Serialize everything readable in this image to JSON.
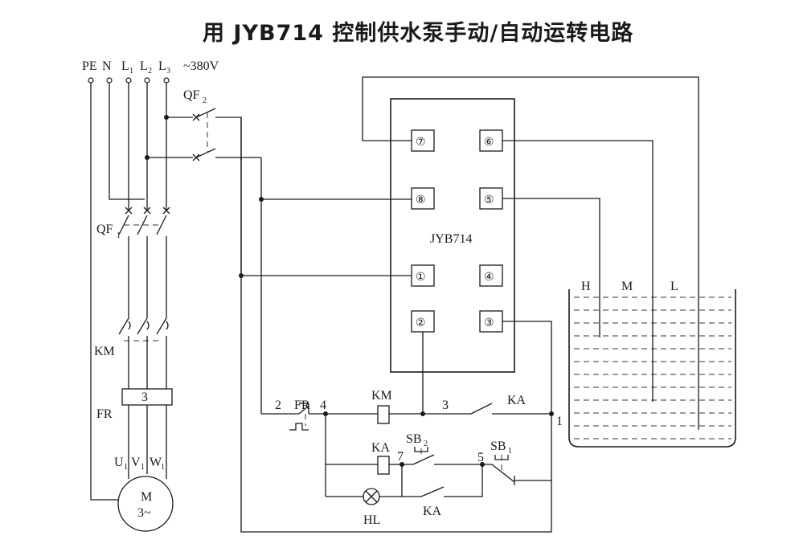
{
  "title": "用 JYB714 控制供水泵手动/自动运转电路",
  "supply": {
    "pe": "PE",
    "n": "N",
    "l1": "L",
    "l1_sub": "1",
    "l2": "L",
    "l2_sub": "2",
    "l3": "L",
    "l3_sub": "3",
    "voltage": "~380V"
  },
  "power_circuit": {
    "qf1": "QF",
    "qf1_sub": "1",
    "qf2": "QF",
    "qf2_sub": "2",
    "km": "KM",
    "fr": "FR",
    "fr_mark": "3",
    "u": "U",
    "u_sub": "1",
    "v": "V",
    "v_sub": "1",
    "w": "W",
    "w_sub": "1",
    "motor": "M",
    "motor_phase": "3~"
  },
  "controller": {
    "name": "JYB714",
    "pins": [
      "⑦",
      "⑥",
      "⑧",
      "⑤",
      "①",
      "④",
      "②",
      "③"
    ]
  },
  "tank": {
    "probe_h": "H",
    "probe_m": "M",
    "probe_l": "L"
  },
  "control_circuit": {
    "node_2": "2",
    "fr_contact": "FR",
    "node_4": "4",
    "km_coil": "KM",
    "node_3": "3",
    "ka_contact": "KA",
    "node_1": "1",
    "ka_coil": "KA",
    "sb2": "SB",
    "sb2_sub": "2",
    "node_7": "7",
    "node_5": "5",
    "sb1": "SB",
    "sb1_sub": "1",
    "lamp": "HL",
    "ka_contact_2": "KA"
  }
}
